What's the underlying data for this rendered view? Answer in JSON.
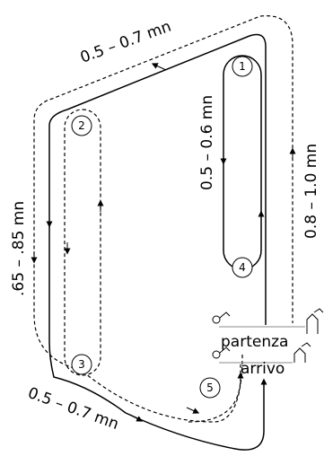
{
  "diagram": {
    "distances": {
      "top_segment": "0.5 – 0.7 mn",
      "bottom_segment": "0.5 – 0.7 mn",
      "left_segment": ".65 – .85 mn",
      "inner_segment": "0.5 – 0.6 mn",
      "right_segment": "0.8 – 1.0 mn"
    },
    "marks": [
      "1",
      "2",
      "3",
      "4",
      "5"
    ],
    "start_label": "partenza",
    "finish_label": "arrivo"
  },
  "colors": {
    "line": "#000000",
    "background": "#ffffff",
    "line_light": "#888888"
  }
}
